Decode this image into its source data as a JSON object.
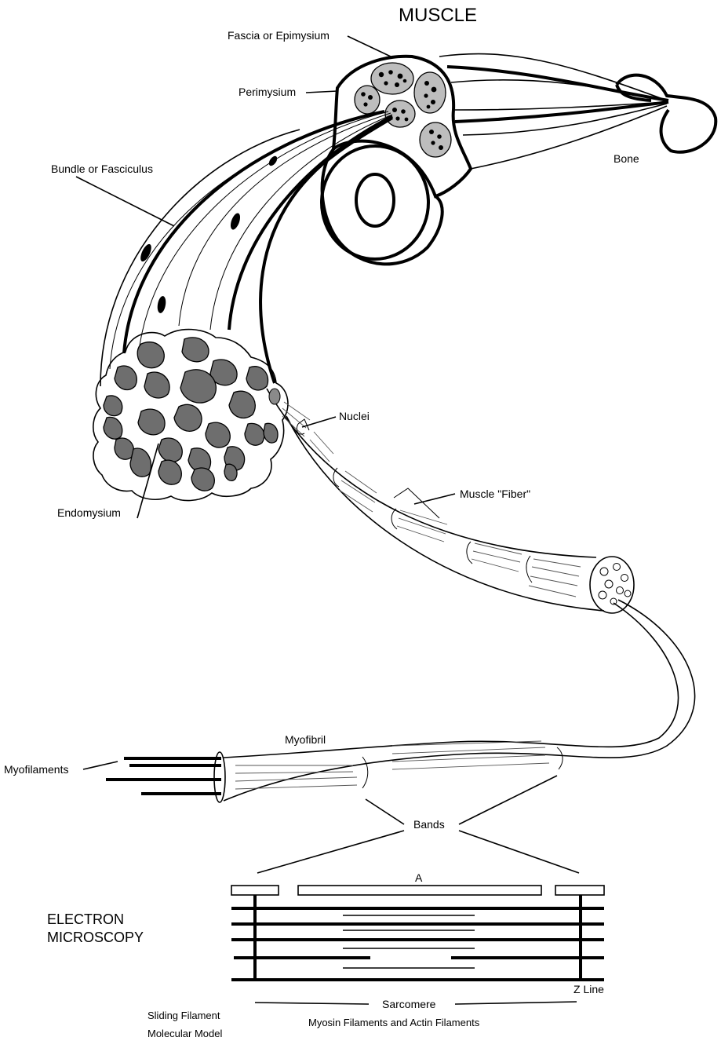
{
  "title": "MUSCLE",
  "labels": {
    "fascia": "Fascia or Epimysium",
    "perimysium": "Perimysium",
    "bone": "Bone",
    "bundle": "Bundle or Fasciculus",
    "nuclei": "Nuclei",
    "fiber": "Muscle \"Fiber\"",
    "endomysium": "Endomysium",
    "myofibril": "Myofibril",
    "myofilaments": "Myofilaments",
    "bands": "Bands",
    "a_band": "A",
    "z_line": "Z Line",
    "sarcomere": "Sarcomere"
  },
  "em": {
    "line1": "ELECTRON",
    "line2": "MICROSCOPY"
  },
  "footer": {
    "model_line1": "Sliding Filament",
    "model_line2": "Molecular Model",
    "filaments": "Myosin Filaments and Actin Filaments"
  }
}
